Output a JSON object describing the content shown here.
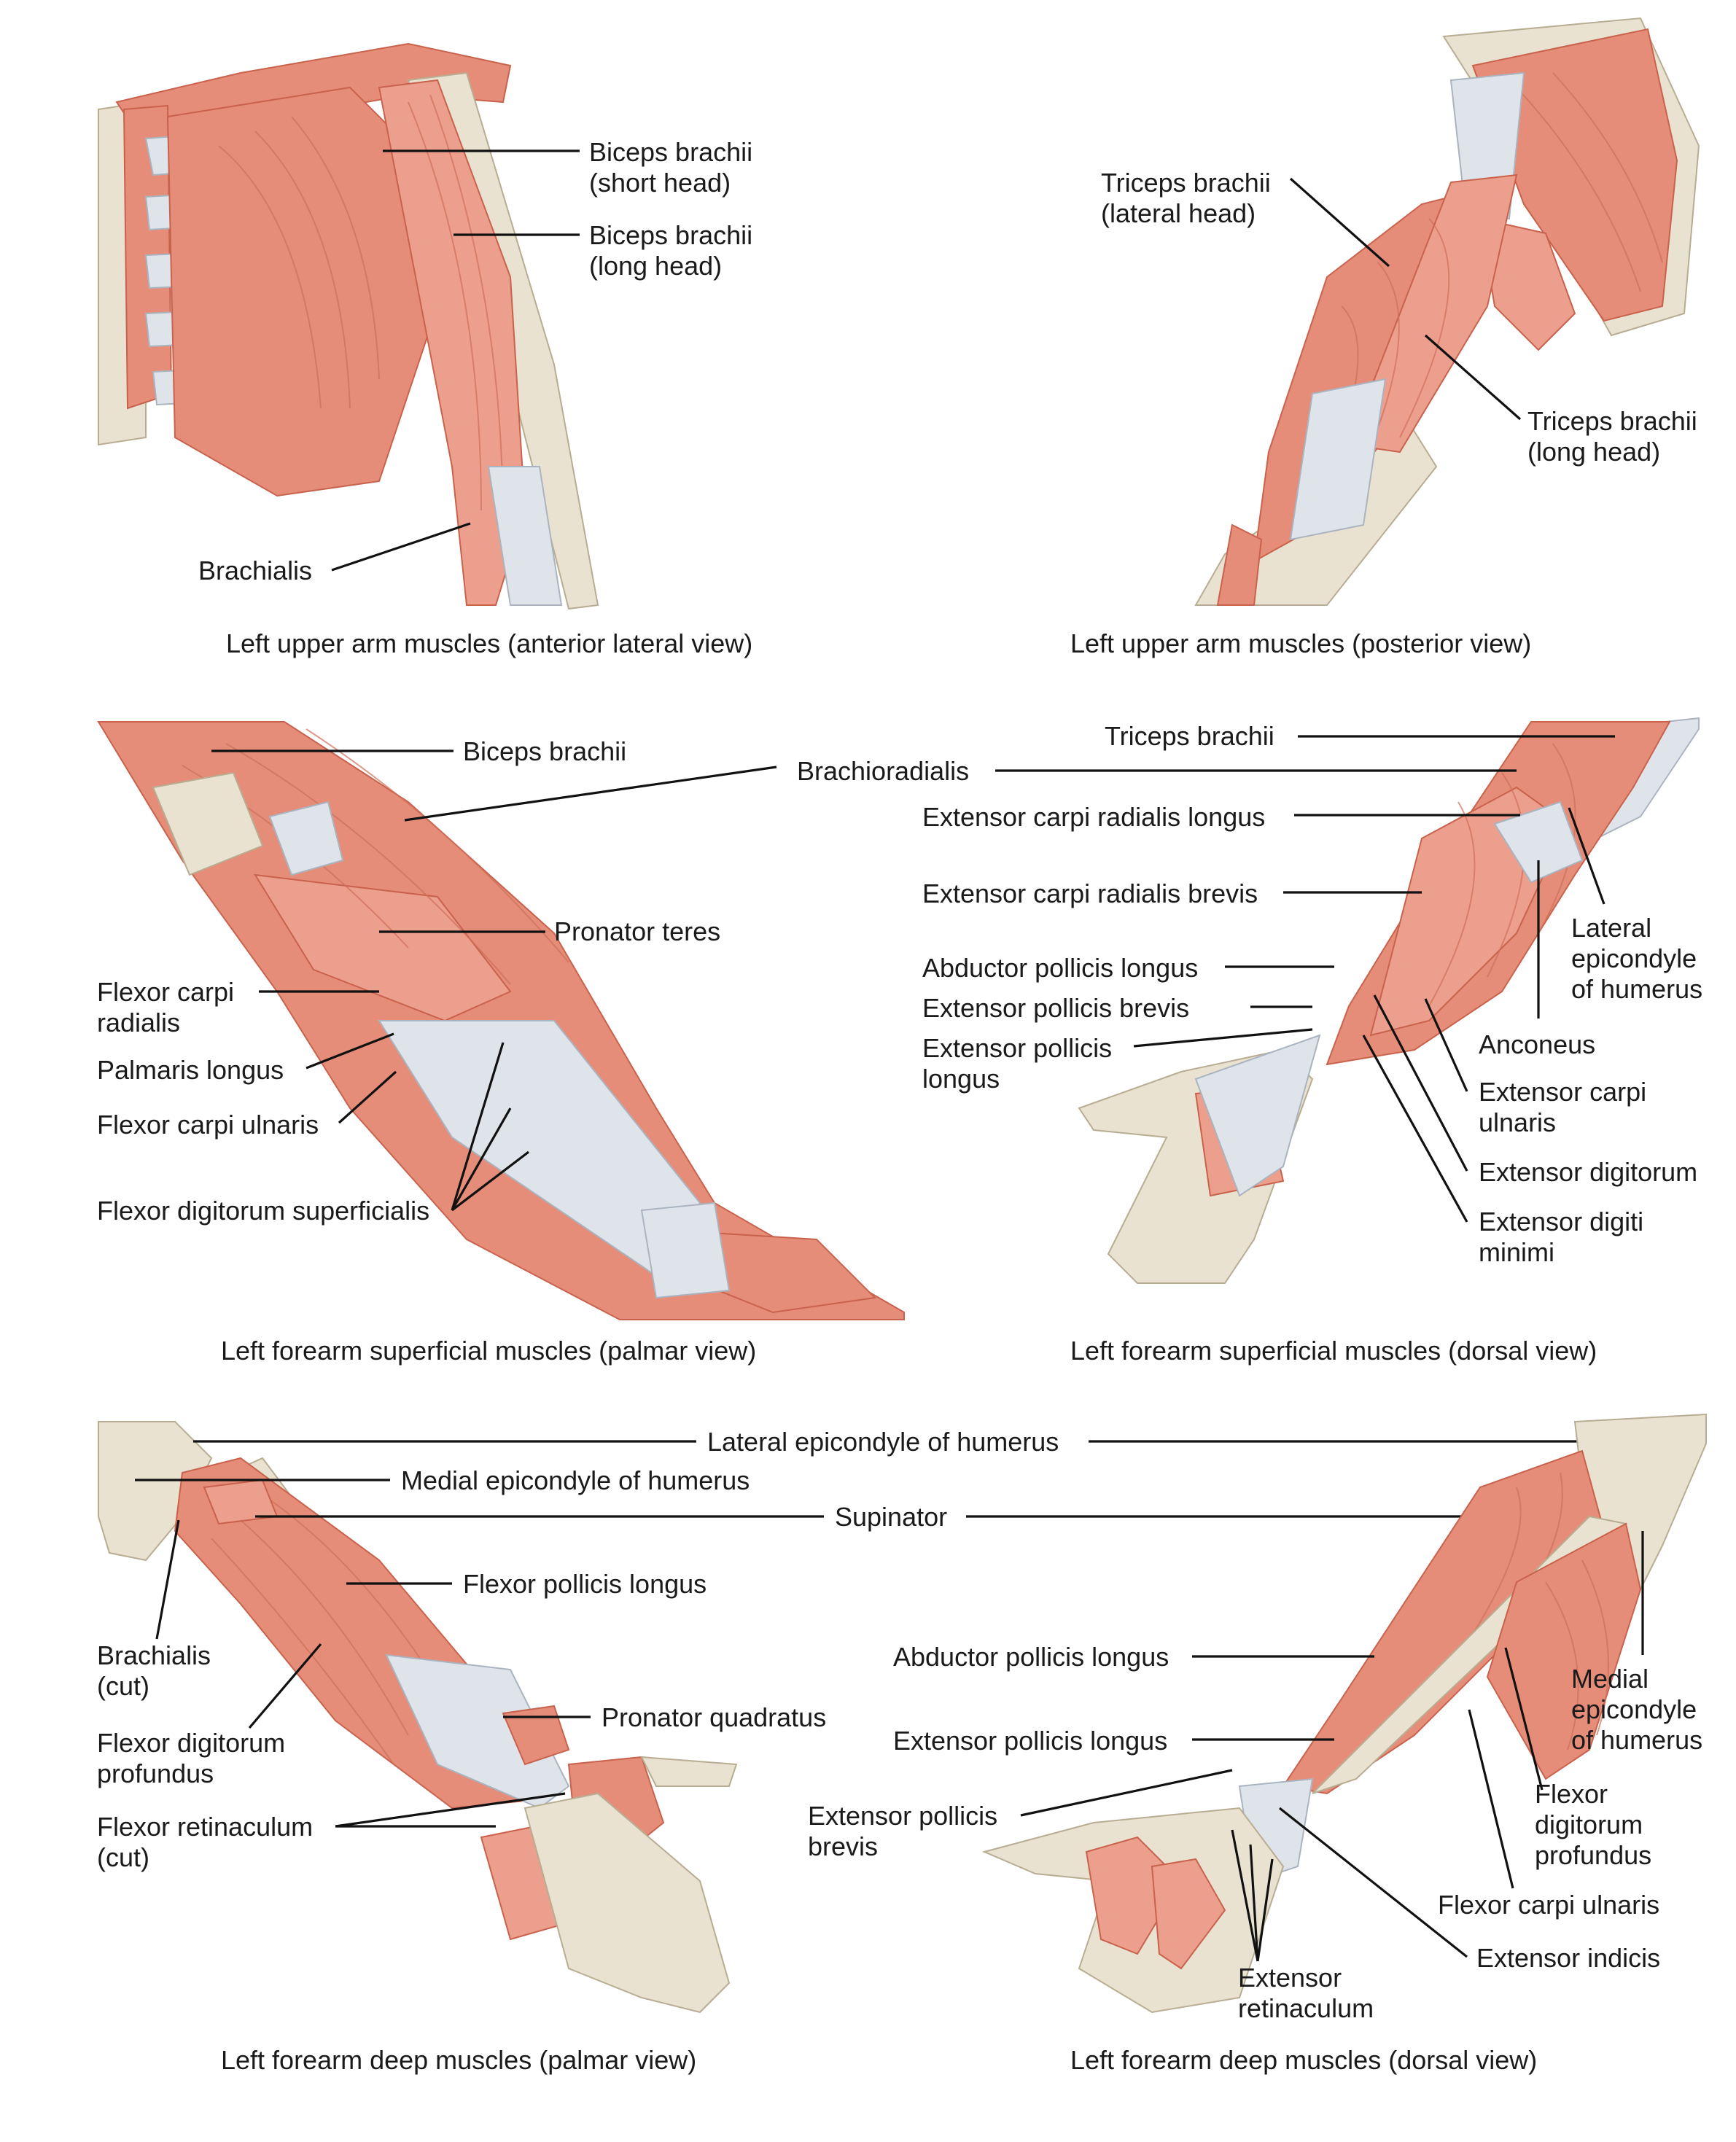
{
  "panels": [
    {
      "caption": "Left upper arm muscles (anterior lateral view)",
      "labels": [
        {
          "lines": [
            "Biceps brachii",
            "(short head)"
          ]
        },
        {
          "lines": [
            "Biceps brachii",
            "(long head)"
          ]
        },
        {
          "lines": [
            "Brachialis"
          ]
        }
      ]
    },
    {
      "caption": "Left upper arm muscles (posterior view)",
      "labels": [
        {
          "lines": [
            "Triceps brachii",
            "(lateral head)"
          ]
        },
        {
          "lines": [
            "Triceps brachii",
            "(long head)"
          ]
        }
      ]
    },
    {
      "caption": "Left forearm superficial muscles (palmar view)",
      "labels": [
        {
          "lines": [
            "Biceps brachii"
          ]
        },
        {
          "lines": [
            "Pronator teres"
          ]
        },
        {
          "lines": [
            "Flexor carpi",
            "radialis"
          ]
        },
        {
          "lines": [
            "Palmaris longus"
          ]
        },
        {
          "lines": [
            "Flexor carpi ulnaris"
          ]
        },
        {
          "lines": [
            "Flexor digitorum superficialis"
          ]
        }
      ]
    },
    {
      "caption": "Left forearm superficial muscles (dorsal view)",
      "labels": [
        {
          "lines": [
            "Brachioradialis"
          ]
        },
        {
          "lines": [
            "Triceps brachii"
          ]
        },
        {
          "lines": [
            "Extensor carpi radialis longus"
          ]
        },
        {
          "lines": [
            "Extensor carpi radialis brevis"
          ]
        },
        {
          "lines": [
            "Lateral",
            "epicondyle",
            "of humerus"
          ]
        },
        {
          "lines": [
            "Abductor pollicis longus"
          ]
        },
        {
          "lines": [
            "Extensor pollicis brevis"
          ]
        },
        {
          "lines": [
            "Extensor pollicis",
            "longus"
          ]
        },
        {
          "lines": [
            "Anconeus"
          ]
        },
        {
          "lines": [
            "Extensor carpi",
            "ulnaris"
          ]
        },
        {
          "lines": [
            "Extensor digitorum"
          ]
        },
        {
          "lines": [
            "Extensor digiti",
            "minimi"
          ]
        }
      ]
    },
    {
      "caption": "Left forearm deep muscles (palmar view)",
      "labels": [
        {
          "lines": [
            "Lateral epicondyle of humerus"
          ]
        },
        {
          "lines": [
            "Medial epicondyle of humerus"
          ]
        },
        {
          "lines": [
            "Supinator"
          ]
        },
        {
          "lines": [
            "Flexor pollicis longus"
          ]
        },
        {
          "lines": [
            "Brachialis",
            "(cut)"
          ]
        },
        {
          "lines": [
            "Pronator quadratus"
          ]
        },
        {
          "lines": [
            "Flexor digitorum",
            "profundus"
          ]
        },
        {
          "lines": [
            "Flexor retinaculum",
            "(cut)"
          ]
        }
      ]
    },
    {
      "caption": "Left forearm deep muscles (dorsal view)",
      "labels": [
        {
          "lines": [
            "Abductor pollicis longus"
          ]
        },
        {
          "lines": [
            "Medial",
            "epicondyle",
            "of humerus"
          ]
        },
        {
          "lines": [
            "Extensor pollicis longus"
          ]
        },
        {
          "lines": [
            "Flexor",
            "digitorum",
            "profundus"
          ]
        },
        {
          "lines": [
            "Extensor pollicis",
            "brevis"
          ]
        },
        {
          "lines": [
            "Flexor carpi ulnaris"
          ]
        },
        {
          "lines": [
            "Extensor indicis"
          ]
        },
        {
          "lines": [
            "Extensor",
            "retinaculum"
          ]
        }
      ]
    }
  ],
  "colors": {
    "muscle": "#e58d78",
    "bone": "#e9e2d0",
    "tendon": "#dfe4ea",
    "leader": "#111111"
  }
}
